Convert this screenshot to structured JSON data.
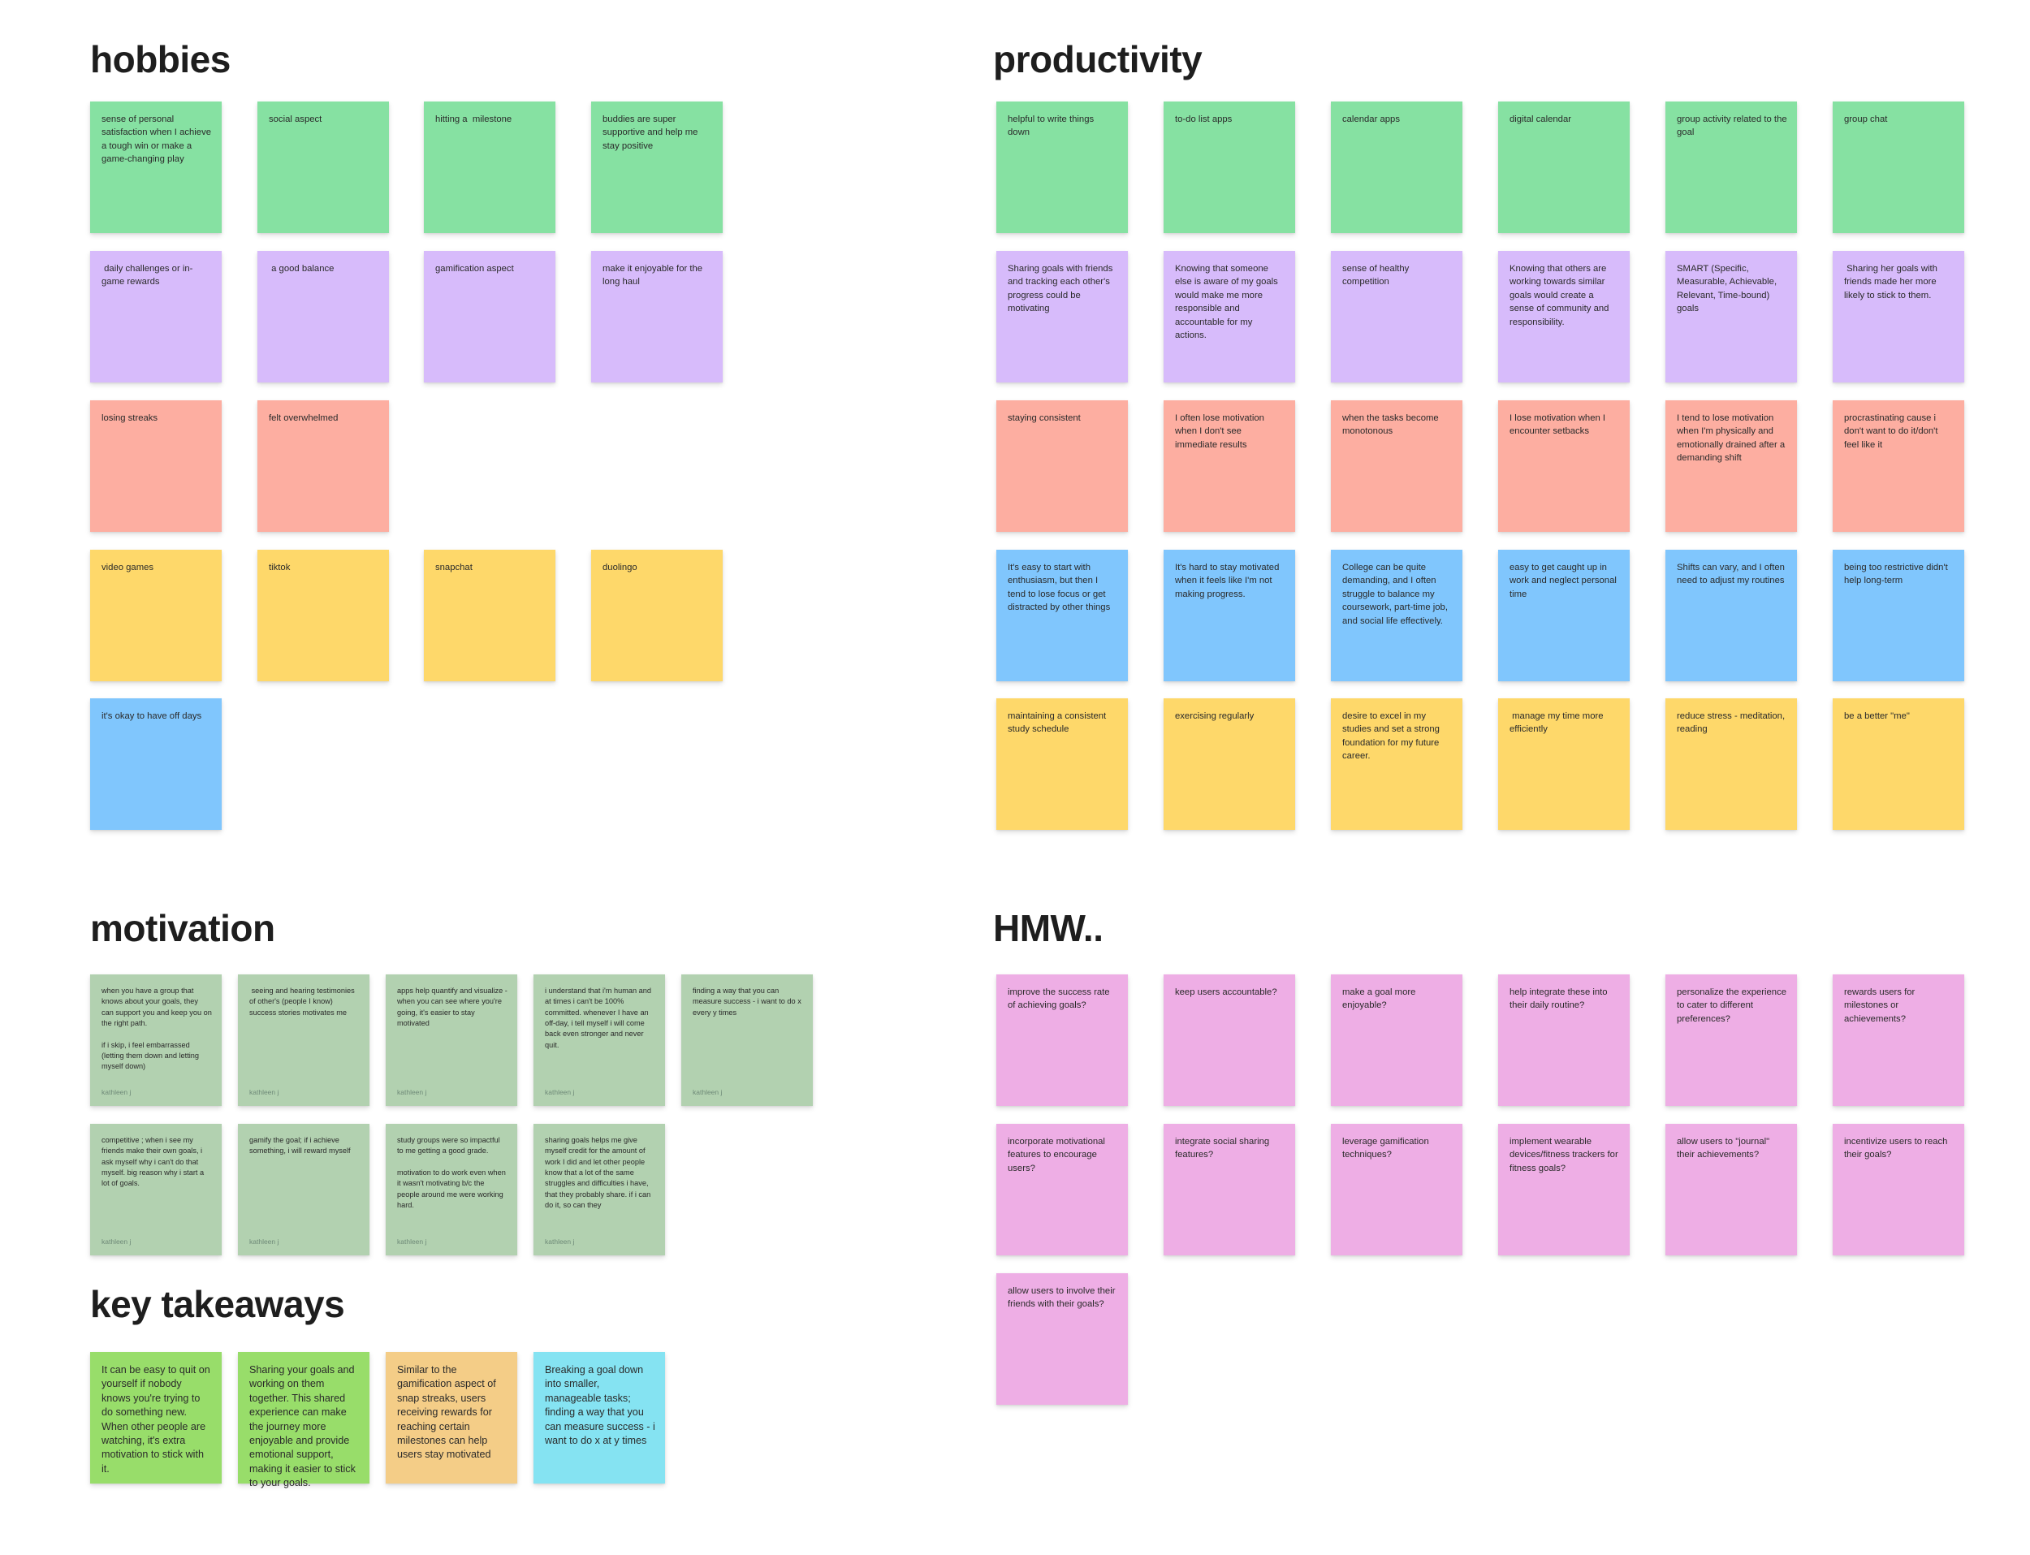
{
  "colors": {
    "green": "#86e1a2",
    "purple": "#d7bbfb",
    "red": "#fdaea1",
    "yellow": "#fed86a",
    "blue": "#80c6fd",
    "pink": "#eeaee5",
    "sage": "#b2d1b0",
    "lime": "#98dd6a",
    "orange": "#f4cd87",
    "cyan": "#85e3f2"
  },
  "sections": {
    "hobbies": {
      "title": "hobbies",
      "notes": [
        {
          "text": "sense of personal satisfaction when I achieve a tough win or make a game-changing play",
          "color": "green"
        },
        {
          "text": "social aspect",
          "color": "green"
        },
        {
          "text": "hitting a  milestone",
          "color": "green"
        },
        {
          "text": "buddies are super supportive and help me stay positive",
          "color": "green"
        },
        {
          "text": " daily challenges or in-game rewards",
          "color": "purple"
        },
        {
          "text": " a good balance",
          "color": "purple"
        },
        {
          "text": "gamification aspect",
          "color": "purple"
        },
        {
          "text": "make it enjoyable for the long haul",
          "color": "purple"
        },
        {
          "text": "losing streaks",
          "color": "red"
        },
        {
          "text": "felt overwhelmed",
          "color": "red"
        },
        {
          "text": "video games",
          "color": "yellow"
        },
        {
          "text": "tiktok",
          "color": "yellow"
        },
        {
          "text": "snapchat",
          "color": "yellow"
        },
        {
          "text": "duolingo",
          "color": "yellow"
        },
        {
          "text": "it's okay to have off days",
          "color": "blue"
        }
      ]
    },
    "productivity": {
      "title": "productivity",
      "notes": [
        {
          "text": "helpful to write things down",
          "color": "green"
        },
        {
          "text": "to-do list apps",
          "color": "green"
        },
        {
          "text": "calendar apps",
          "color": "green"
        },
        {
          "text": "digital calendar",
          "color": "green"
        },
        {
          "text": "group activity related to the goal",
          "color": "green"
        },
        {
          "text": "group chat",
          "color": "green"
        },
        {
          "text": "Sharing goals with friends and tracking each other's progress could be motivating",
          "color": "purple"
        },
        {
          "text": "Knowing that someone else is aware of my goals would make me more responsible and accountable for my actions.",
          "color": "purple"
        },
        {
          "text": "sense of healthy competition",
          "color": "purple"
        },
        {
          "text": "Knowing that others are working towards similar goals would create a sense of community and responsibility.",
          "color": "purple"
        },
        {
          "text": "SMART (Specific, Measurable, Achievable, Relevant, Time-bound) goals",
          "color": "purple"
        },
        {
          "text": " Sharing her goals with friends made her more likely to stick to them.",
          "color": "purple"
        },
        {
          "text": "staying consistent",
          "color": "red"
        },
        {
          "text": "I often lose motivation when I don't see immediate results",
          "color": "red"
        },
        {
          "text": "when the tasks become monotonous",
          "color": "red"
        },
        {
          "text": "I lose motivation when I encounter setbacks",
          "color": "red"
        },
        {
          "text": "I tend to lose motivation when I'm physically and emotionally drained after a demanding shift",
          "color": "red"
        },
        {
          "text": "procrastinating cause i don't want to do it/don't feel like it",
          "color": "red"
        },
        {
          "text": "It's easy to start with enthusiasm, but then I tend to lose focus or get distracted by other things",
          "color": "blue"
        },
        {
          "text": "It's hard to stay motivated when it feels like I'm not making progress.",
          "color": "blue"
        },
        {
          "text": "College can be quite demanding, and I often struggle to balance my coursework, part-time job, and social life effectively.",
          "color": "blue"
        },
        {
          "text": "easy to get caught up in work and neglect personal time",
          "color": "blue"
        },
        {
          "text": "Shifts can vary, and I often need to adjust my routines",
          "color": "blue"
        },
        {
          "text": "being too restrictive didn't help long-term",
          "color": "blue"
        },
        {
          "text": "maintaining a consistent study schedule",
          "color": "yellow"
        },
        {
          "text": "exercising regularly",
          "color": "yellow"
        },
        {
          "text": "desire to excel in my studies and set a strong foundation for my future career.",
          "color": "yellow"
        },
        {
          "text": " manage my time more efficiently",
          "color": "yellow"
        },
        {
          "text": "reduce stress - meditation, reading",
          "color": "yellow"
        },
        {
          "text": "be a better \"me\"",
          "color": "yellow"
        }
      ]
    },
    "motivation": {
      "title": "motivation",
      "notes": [
        {
          "text": "when you have a group that knows about your goals, they can support you and keep you on the right path.\n\nif i skip, i feel embarrassed (letting them down and letting myself down)",
          "author": "kathleen j"
        },
        {
          "text": " seeing and hearing testimonies of other's (people I know) success stories motivates me",
          "author": "kathleen j"
        },
        {
          "text": "apps help quantify and visualize - when you can see where you're going, it's easier to stay motivated",
          "author": "kathleen j"
        },
        {
          "text": "i understand that i'm human and at times i can't be 100% committed. whenever I have an off-day, i tell myself i will come back even stronger and never quit.",
          "author": "kathleen j"
        },
        {
          "text": "finding a way that you can measure success - i want to do x every y times",
          "author": "kathleen j"
        },
        {
          "text": "competitive ; when i see my friends make their own goals, i ask myself why i can't do that myself. big reason why i start a lot of goals.",
          "author": "kathleen j"
        },
        {
          "text": "gamify the goal; if i achieve something, i will reward myself",
          "author": "kathleen j"
        },
        {
          "text": "study groups were so impactful to me getting a good grade.\n\nmotivation to do work even when it wasn't motivating b/c the people around me were working hard.",
          "author": "kathleen j"
        },
        {
          "text": "sharing goals helps me give myself credit for the amount of work I did and let other people know that a lot of the same struggles and difficulties i have, that they probably share. if i can do it, so can they",
          "author": "kathleen j"
        }
      ]
    },
    "key_takeaways": {
      "title": "key takeaways",
      "notes": [
        {
          "text": "It can be easy to quit on yourself if nobody knows you're trying to do something new. When other people are watching, it's extra motivation to stick with it.",
          "color": "lime"
        },
        {
          "text": "Sharing your goals and working on them together. This shared experience can make the journey more enjoyable and provide emotional support, making it easier to stick to your goals.",
          "color": "lime"
        },
        {
          "text": "Similar to the gamification aspect of snap streaks, users receiving rewards for reaching certain milestones can help users stay motivated",
          "color": "orange"
        },
        {
          "text": "Breaking a goal down into smaller, manageable tasks; finding a way that you can measure success - i want to do x at y times",
          "color": "cyan"
        }
      ]
    },
    "hmw": {
      "title": "HMW..",
      "notes": [
        {
          "text": "improve the success rate of achieving goals?"
        },
        {
          "text": "keep users accountable?"
        },
        {
          "text": "make a goal more enjoyable?"
        },
        {
          "text": "help integrate these into their daily routine?"
        },
        {
          "text": "personalize the experience to cater to different preferences?"
        },
        {
          "text": "rewards users for milestones or achievements?"
        },
        {
          "text": "incorporate motivational features to encourage users?"
        },
        {
          "text": "integrate social sharing features?"
        },
        {
          "text": "leverage gamification techniques?"
        },
        {
          "text": "implement wearable devices/fitness trackers for fitness goals?"
        },
        {
          "text": "allow users to \"journal\" their achievements?"
        },
        {
          "text": "incentivize users to reach their goals?"
        },
        {
          "text": "allow users to involve their friends with their goals?"
        }
      ]
    }
  }
}
